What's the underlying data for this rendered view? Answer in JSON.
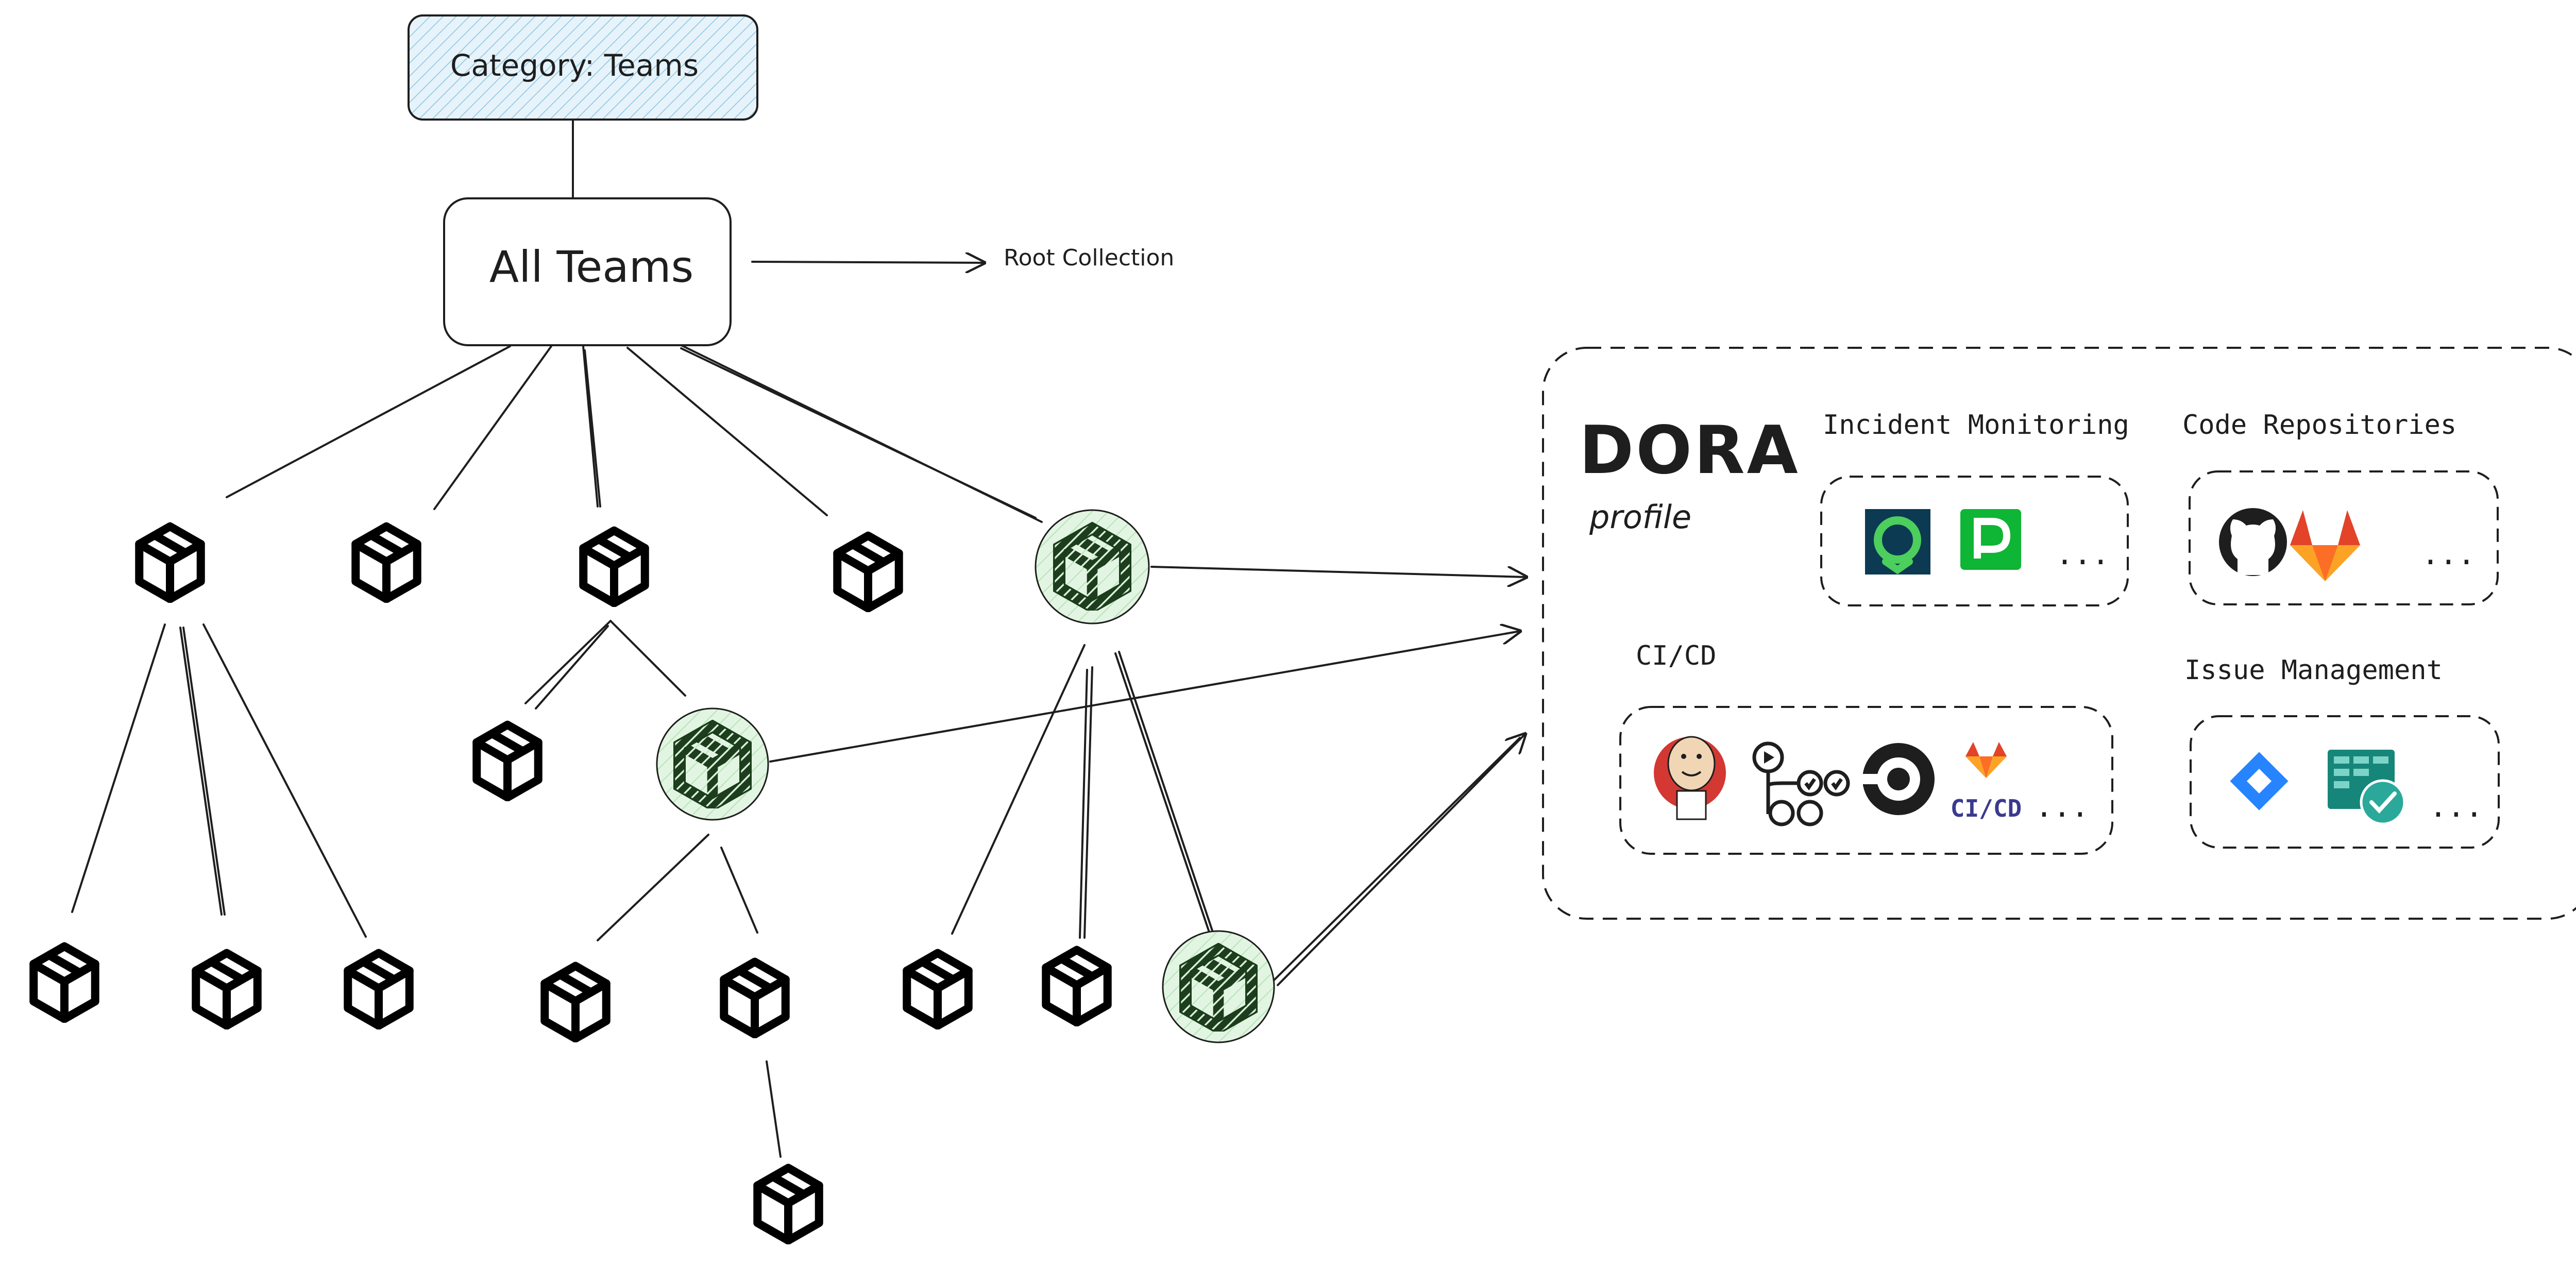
{
  "category_label": "Category: Teams",
  "root_label": "All Teams",
  "root_note": "Root Collection",
  "dora": {
    "title": "DORA",
    "subtitle": "profile",
    "groups": {
      "incident": {
        "title": "Incident Monitoring",
        "icons": [
          "opsgenie-icon",
          "pagerduty-icon"
        ],
        "more": "..."
      },
      "code": {
        "title": "Code Repositories",
        "icons": [
          "github-icon",
          "gitlab-icon"
        ],
        "more": "..."
      },
      "cicd": {
        "title": "CI/CD",
        "icons": [
          "jenkins-icon",
          "github-actions-icon",
          "circleci-icon",
          "gitlab-cicd-icon"
        ],
        "gitlab_cicd_text": "CI/CD",
        "more": "..."
      },
      "issue": {
        "title": "Issue Management",
        "icons": [
          "jira-icon",
          "azure-boards-icon"
        ],
        "more": "..."
      }
    }
  },
  "colors": {
    "stroke": "#1e1e1e",
    "category_fill": "#d7ecf7",
    "highlight_fill": "#d9f2d9",
    "highlight_stroke": "#1a3d1a",
    "opsgenie_bg": "#0b3a52",
    "opsgenie_ring": "#4ccf5c",
    "pagerduty": "#0fb534",
    "gitlab_orange": "#fc6d26",
    "gitlab_red": "#e24329",
    "gitlab_yellow": "#fca326",
    "jira_blue": "#2684ff",
    "azure_green": "#16867a",
    "jenkins_red": "#d33833"
  }
}
